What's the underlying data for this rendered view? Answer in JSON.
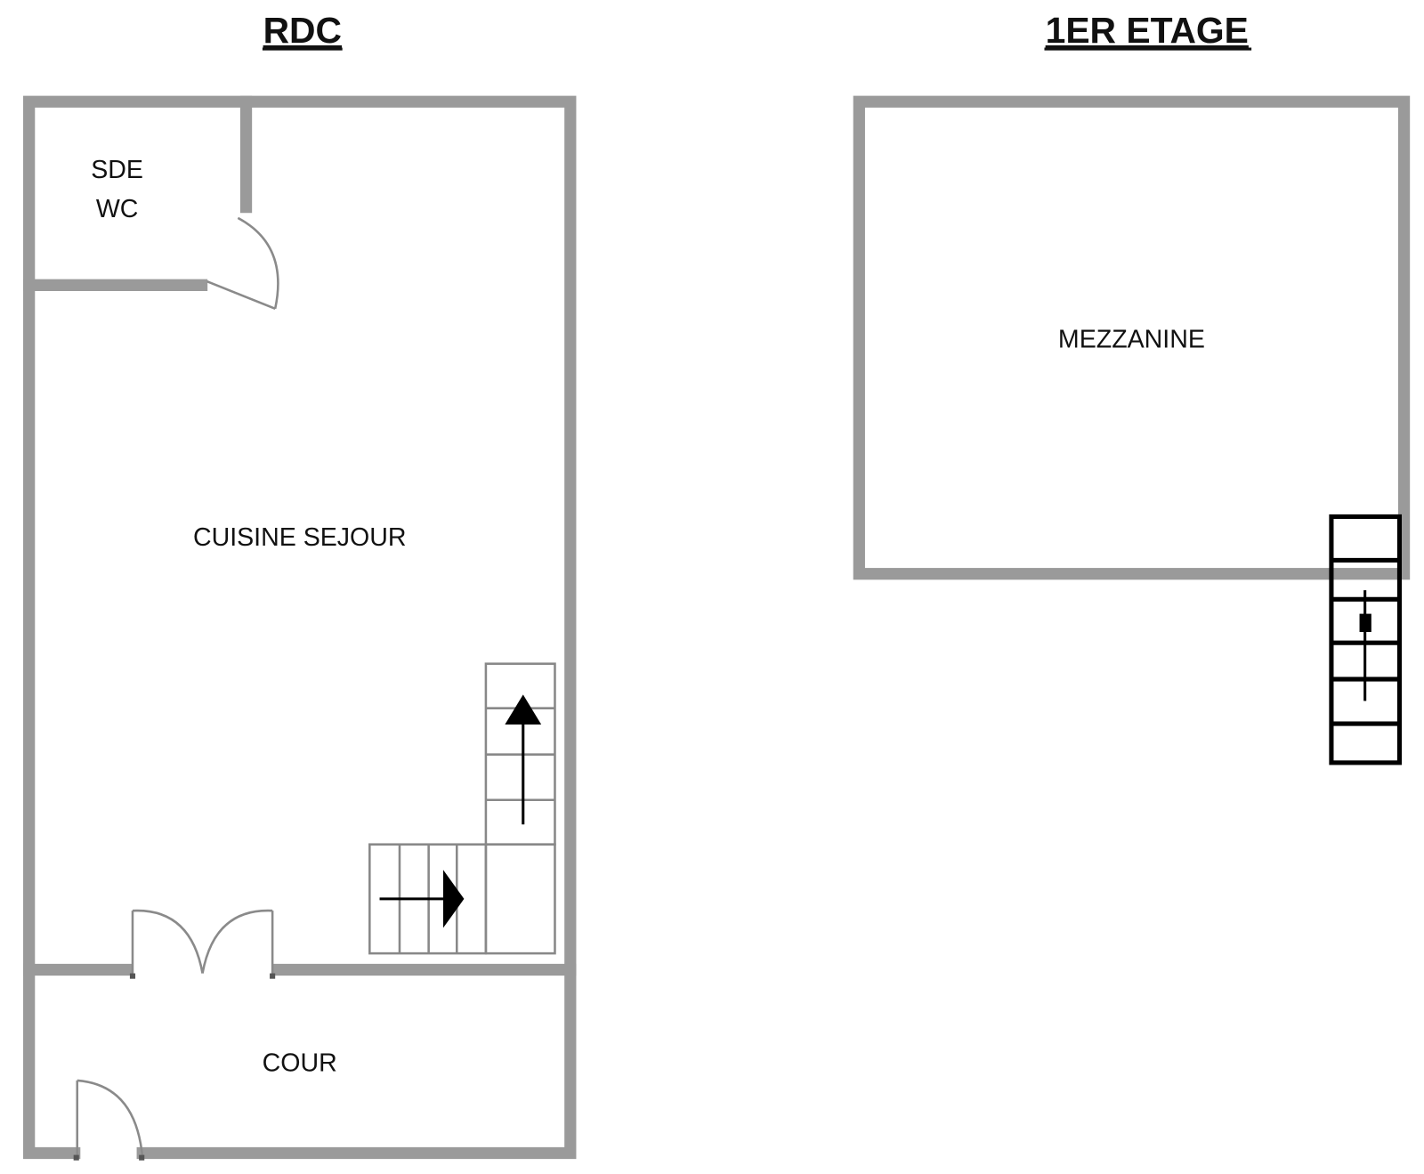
{
  "plans": {
    "ground_floor": {
      "title": "RDC",
      "rooms": {
        "bathroom_line1": "SDE",
        "bathroom_line2": "WC",
        "living": "CUISINE SEJOUR",
        "courtyard": "COUR"
      }
    },
    "first_floor": {
      "title": "1ER ETAGE",
      "rooms": {
        "mezzanine": "MEZZANINE"
      }
    }
  },
  "colors": {
    "wall": "#9a9a9a",
    "stairs_upper": "#000000",
    "text": "#111111"
  }
}
